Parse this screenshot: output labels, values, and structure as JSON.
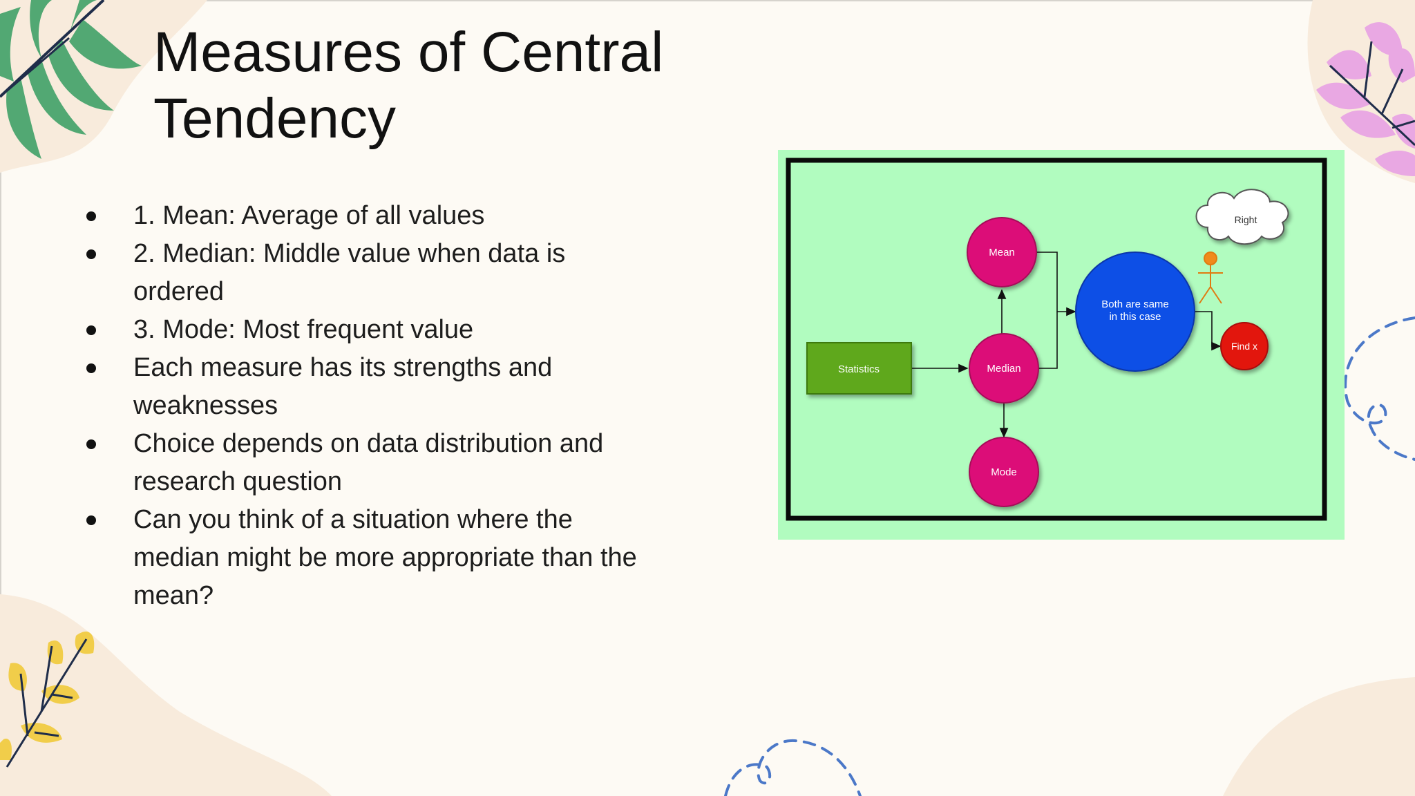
{
  "slide": {
    "title_line1": "Measures of Central",
    "title_line2": "Tendency",
    "bullets": [
      "1. Mean: Average of all values",
      "2. Median: Middle value when data is ordered",
      "3. Mode: Most frequent value",
      "Each measure has its strengths and weaknesses",
      "Choice depends on data distribution and research question",
      "Can you think of a situation where the median might be more appropriate than the mean?"
    ]
  },
  "diagram": {
    "nodes": {
      "statistics": "Statistics",
      "mean": "Mean",
      "median": "Median",
      "mode": "Mode",
      "both_line1": "Both are same",
      "both_line2": "in this case",
      "find_x": "Find x",
      "right": "Right"
    }
  },
  "colors": {
    "background": "#fdfaf4",
    "diagram_backdrop": "#b1fcbf",
    "statistics_box": "#5ea81e",
    "circle_pink": "#dc0e78",
    "circle_blue": "#0a50e6",
    "circle_red": "#e2160e",
    "leaf_green": "#52a873",
    "leaf_pink": "#e9a8e3",
    "leaf_yellow": "#f1cd4a",
    "doodle_blue": "#4b78c8"
  },
  "icons": [
    "leaf-branch-green-icon",
    "leaf-branch-pink-icon",
    "leaf-branch-yellow-icon",
    "dashed-swirl-icon",
    "stick-figure-icon",
    "cloud-icon"
  ]
}
